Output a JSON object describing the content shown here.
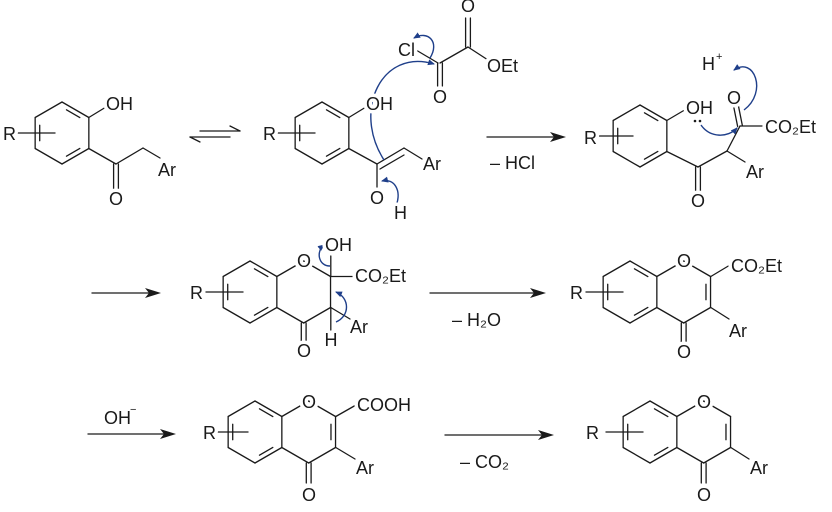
{
  "colors": {
    "ink": "#1a1a1a",
    "curly_arrow": "#1f3f8a"
  },
  "s1": {
    "r": "R",
    "oh": "OH",
    "o": "O",
    "ar": "Ar"
  },
  "s2": {
    "r": "R",
    "oh": "OH",
    "o": "O",
    "h": "H",
    "ar": "Ar",
    "cl": "Cl",
    "o_acyl": "O",
    "o_ester_top": "O",
    "oet": "OEt"
  },
  "step2": {
    "below": "– HCl"
  },
  "s3": {
    "h_plus": "H",
    "plus": "+",
    "r": "R",
    "oh": "OH",
    "o_keto": "O",
    "co2et": "CO₂Et",
    "o_ketone": "O",
    "ar": "Ar"
  },
  "s4": {
    "r": "R",
    "o_ring": "O",
    "oh": "OH",
    "co2et": "CO₂Et",
    "h": "H",
    "ar": "Ar",
    "o_ketone": "O"
  },
  "step4": {
    "below": "– H₂O"
  },
  "s5": {
    "r": "R",
    "o_ring": "O",
    "co2et": "CO₂Et",
    "ar": "Ar",
    "o_ketone": "O"
  },
  "step5": {
    "above": "OH",
    "minus": "−"
  },
  "s6": {
    "r": "R",
    "o_ring": "O",
    "cooh": "COOH",
    "ar": "Ar",
    "o_ketone": "O"
  },
  "step6": {
    "below": "– CO₂"
  },
  "s7": {
    "r": "R",
    "o_ring": "O",
    "ar": "Ar",
    "o_ketone": "O"
  }
}
